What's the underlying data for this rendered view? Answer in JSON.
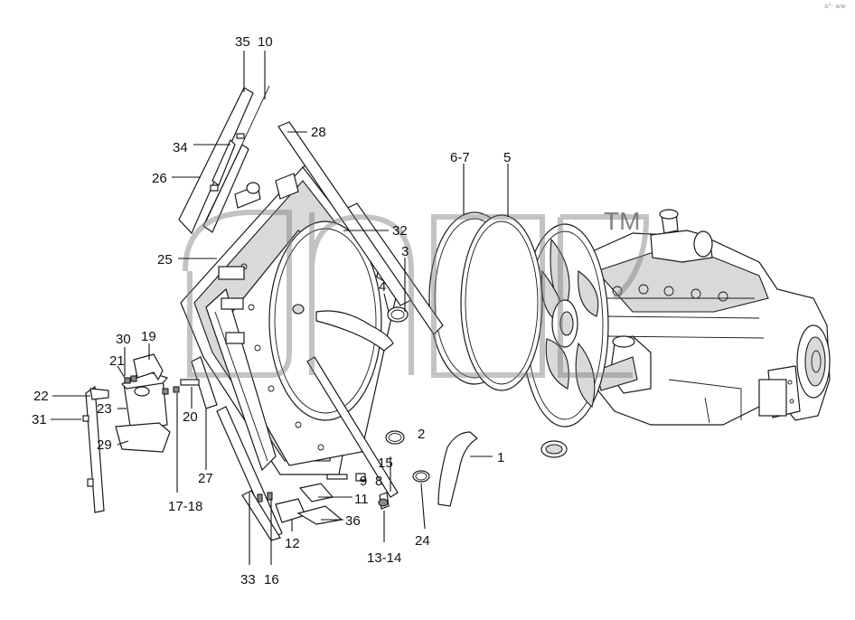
{
  "diagram": {
    "callouts": [
      "35",
      "10",
      "34",
      "26",
      "28",
      "25",
      "32",
      "3",
      "4",
      "6-7",
      "5",
      "30",
      "19",
      "21",
      "22",
      "23",
      "31",
      "29",
      "20",
      "17-18",
      "27",
      "2",
      "1",
      "15",
      "9",
      "8",
      "11",
      "36",
      "12",
      "13-14",
      "24",
      "33",
      "16"
    ],
    "trademark": "TM",
    "corner_mark": "a°· ww",
    "watermark_color": "#7a7a7a"
  }
}
